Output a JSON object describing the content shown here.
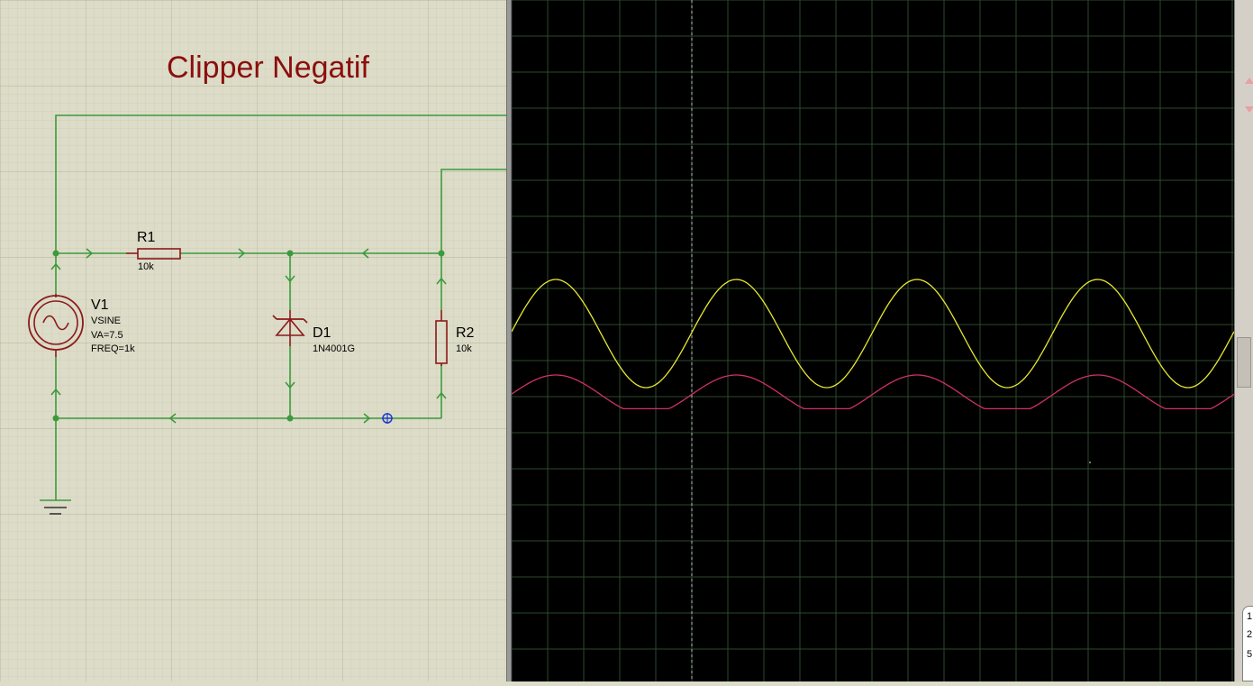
{
  "schematic": {
    "title": "Clipper Negatif",
    "components": {
      "v1": {
        "ref": "V1",
        "type": "VSINE",
        "amplitude": "VA=7.5",
        "frequency": "FREQ=1k"
      },
      "r1": {
        "ref": "R1",
        "value": "10k"
      },
      "d1": {
        "ref": "D1",
        "part": "1N4001G"
      },
      "r2": {
        "ref": "R2",
        "value": "10k"
      }
    }
  },
  "oscilloscope": {
    "cycles_visible": 4,
    "trace_colors": {
      "channel_a": "#e8e830",
      "channel_b": "#d0306a"
    },
    "grid_color": "#2c4a2c"
  },
  "right_panel": {
    "numbers": [
      "1",
      "2",
      "5"
    ]
  },
  "colors": {
    "schematic_bg": "#dcdcc8",
    "wire": "#3c9a3c",
    "component": "#8b1a1a",
    "title": "#8b0e0e",
    "probe": "#1e3ccc"
  }
}
